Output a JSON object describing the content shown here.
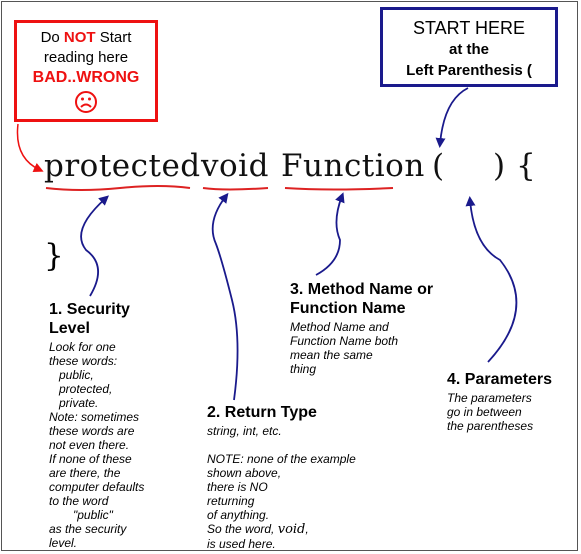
{
  "red_box": {
    "line1_pre": "Do ",
    "line1_bold": "NOT",
    "line1_post": " Start",
    "line2": "reading here",
    "line3": "BAD..WRONG"
  },
  "blue_box": {
    "line1": "START HERE",
    "line2": "at the",
    "line3": "Left Parenthesis ("
  },
  "code": {
    "protected": "protected",
    "void": "void",
    "function": "Function",
    "open_paren": "(",
    "close_paren": ") {",
    "close_brace": "}"
  },
  "annotations": {
    "security": {
      "heading1": "1. Security",
      "heading2": "Level",
      "desc": [
        "Look for one",
        "these words:",
        "public,",
        "protected,",
        "private.",
        "Note: sometimes",
        "these words are",
        "not even there.",
        "If none of these",
        "are there, the",
        "computer defaults",
        "to the word",
        "\"public\"",
        "as the security",
        "level."
      ]
    },
    "return_type": {
      "heading": "2. Return Type",
      "desc1": "string, int, etc.",
      "note": [
        "NOTE: none of the example",
        "shown above,",
        "there is NO",
        "returning",
        "of anything."
      ],
      "note_word_pre": "So the word, ",
      "note_word": "void",
      "note_word_post": ",",
      "note_last": "is used here."
    },
    "method_name": {
      "heading1": "3. Method Name or",
      "heading2": "Function Name",
      "desc": [
        "Method Name and",
        "Function Name both",
        "mean the same",
        "thing"
      ]
    },
    "parameters": {
      "heading": "4. Parameters",
      "desc": [
        "The parameters",
        "go in between",
        "the parentheses"
      ]
    }
  },
  "colors": {
    "red": "#ee1111",
    "blue": "#1a1a8c",
    "underline": "#dd2222"
  }
}
